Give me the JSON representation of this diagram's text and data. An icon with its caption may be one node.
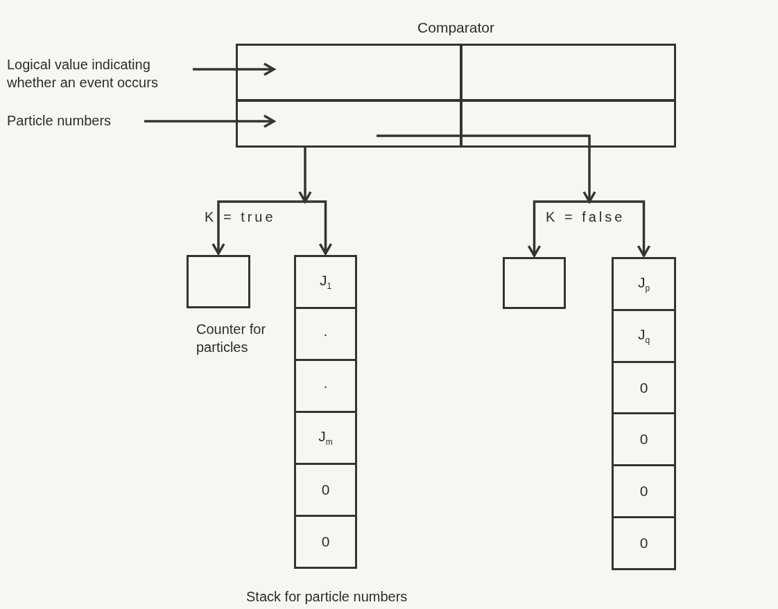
{
  "diagram": {
    "nodes": [
      {
        "text": [
          "Comparator"
        ]
      },
      {
        "text": [
          "Logical value indicating whether an event occurs"
        ]
      },
      {
        "text": [
          "Particle numbers"
        ]
      },
      {
        "text": [],
        "shape": "box",
        "beside": [
          "Counter for particles"
        ]
      },
      {
        "text": [
          "J$_{1}$",
          "·",
          "·",
          "J$_{m}$",
          "0",
          "0"
        ],
        "beside": [
          "Stack for particle numbers"
        ]
      },
      {
        "text": [],
        "shape": "box"
      },
      {
        "text": [
          "J$_{p}$",
          "J$_{q}$",
          "0",
          "0",
          "0",
          "0"
        ]
      }
    ],
    "edges": [
      {
        "from": 1,
        "to": 0,
        "arrow": "to"
      },
      {
        "from": 2,
        "to": 0,
        "arrow": "to"
      },
      {
        "from": 0,
        "to": 3,
        "arrow": "to",
        "label": "K = true"
      },
      {
        "from": 0,
        "to": 4,
        "arrow": "to"
      },
      {
        "from": 0,
        "to": 5,
        "arrow": "to",
        "label": "K = false"
      },
      {
        "from": 0,
        "to": 6,
        "arrow": "to"
      }
    ]
  }
}
